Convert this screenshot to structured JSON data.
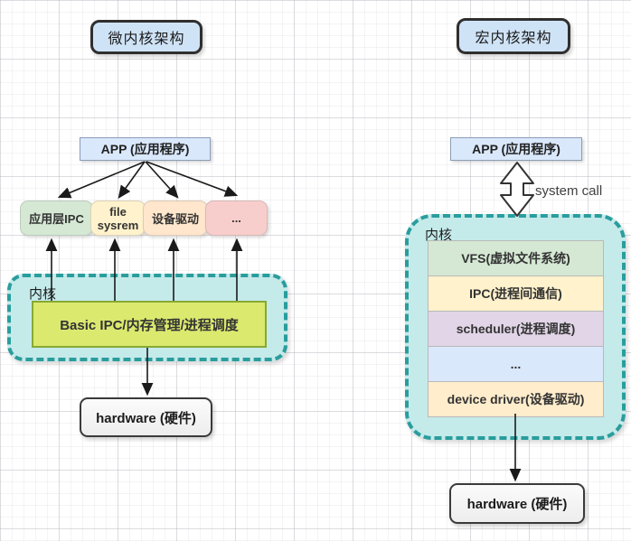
{
  "diagram": {
    "left": {
      "title": "微内核架构",
      "app": "APP (应用程序)",
      "services": [
        {
          "label": "应用层IPC",
          "fill": "#d5e8d4"
        },
        {
          "label": "file sysrem",
          "fill": "#fff2cc"
        },
        {
          "label": "设备驱动",
          "fill": "#ffe6cc"
        },
        {
          "label": "...",
          "fill": "#f8cecc"
        }
      ],
      "kernel_label": "内核",
      "kernel_core": "Basic IPC/内存管理/进程调度",
      "hardware": "hardware (硬件)"
    },
    "right": {
      "title": "宏内核架构",
      "app": "APP (应用程序)",
      "system_call": "system call",
      "kernel_label": "内核",
      "layers": [
        {
          "label": "VFS(虚拟文件系统)",
          "fill": "#d5e8d4"
        },
        {
          "label": "IPC(进程间通信)",
          "fill": "#fff2cc"
        },
        {
          "label": "scheduler(进程调度)",
          "fill": "#e1d5e7"
        },
        {
          "label": "...",
          "fill": "#dae8fc"
        },
        {
          "label": "device driver(设备驱动)",
          "fill": "#ffedcc"
        }
      ],
      "hardware": "hardware (硬件)"
    },
    "colors": {
      "title_fill": "#cfe3f7",
      "app_fill": "#dae8fc",
      "kernel_fill": "#c5eaea",
      "kernel_border": "#2a9d9d",
      "kernel_core_fill": "#dbe96f",
      "kernel_core_border": "#86a933",
      "hardware_fill": "#f6f6f6",
      "arrow_color": "#1a1a1a"
    }
  }
}
